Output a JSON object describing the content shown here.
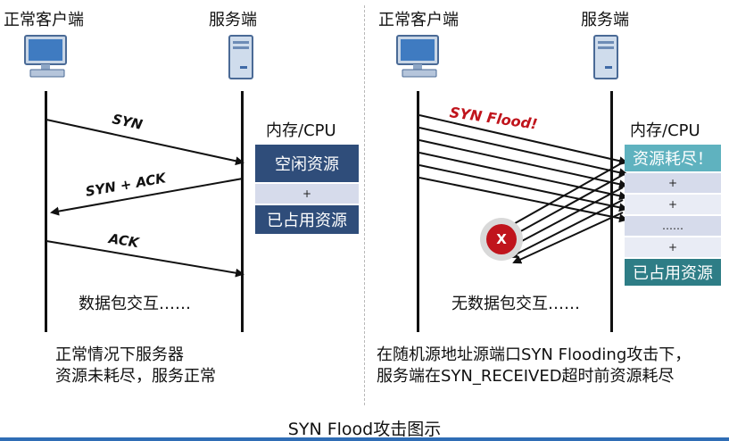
{
  "left_panel": {
    "client_label": "正常客户端",
    "server_label": "服务端",
    "memory_title": "内存/CPU",
    "messages": [
      "SYN",
      "SYN + ACK",
      "ACK"
    ],
    "memory_cells": [
      "空闲资源",
      "+",
      "已占用资源"
    ],
    "exchange_text": "数据包交互……",
    "caption_lines": [
      "正常情况下服务器",
      "资源未耗尽，服务正常"
    ]
  },
  "right_panel": {
    "client_label": "正常客户端",
    "server_label": "服务端",
    "memory_title": "内存/CPU",
    "flood_label": "SYN Flood!",
    "x_mark": "X",
    "memory_cells": [
      "资源耗尽！",
      "+",
      "+",
      "……",
      "+",
      "已占用资源"
    ],
    "no_exchange_text": "无数据包交互……",
    "caption_lines": [
      "在随机源地址源端口SYN Flooding攻击下，",
      "服务端在SYN_RECEIVED超时前资源耗尽"
    ]
  },
  "figure_title": "SYN Flood攻击图示",
  "colors": {
    "dark_cell": "#2f4d7a",
    "light_cell": "#d6dbeb",
    "teal_cell": "#2e7d86",
    "flood_red": "#c0141c",
    "accent_rule": "#2f6db5"
  },
  "icons": [
    "computer-icon",
    "server-icon",
    "x-icon"
  ]
}
